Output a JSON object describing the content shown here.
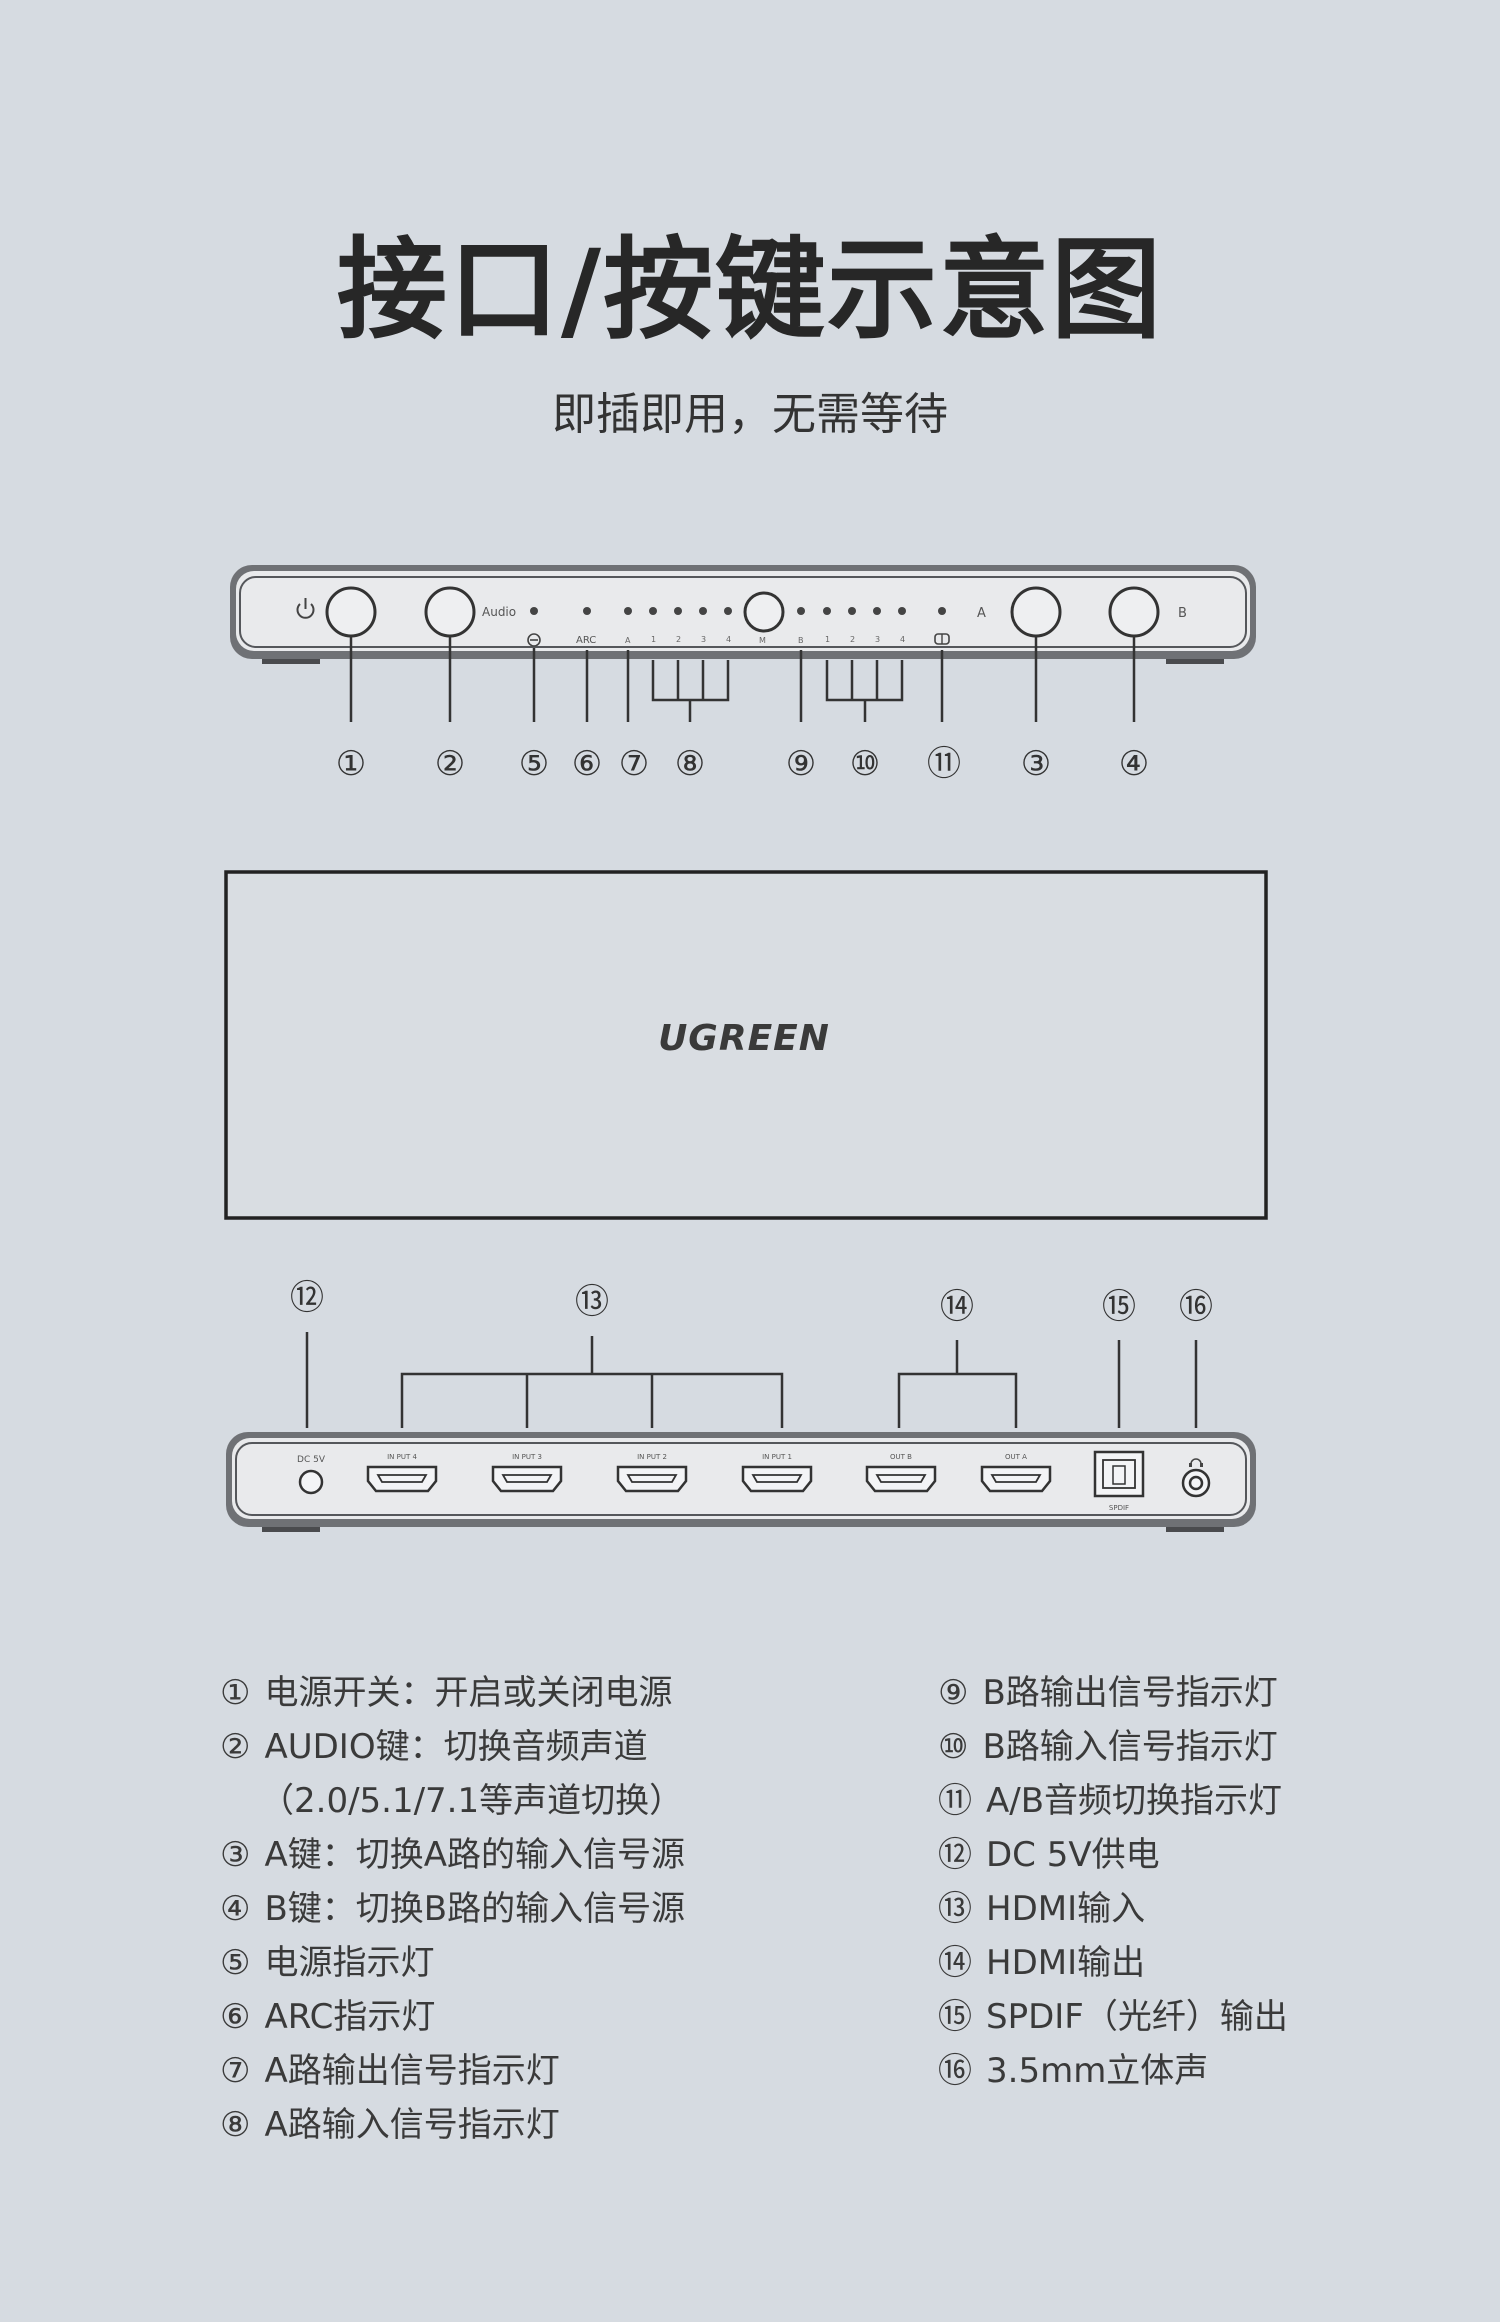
{
  "header": {
    "title": "接口/按键示意图",
    "subtitle": "即插即用，无需等待"
  },
  "front_panel": {
    "labels": {
      "audio": "Audio",
      "arc": "ARC",
      "a": "A",
      "b": "B",
      "m": "M",
      "b_small": "B",
      "a_small": "A"
    },
    "port_numbers_a": [
      "1",
      "2",
      "3",
      "4"
    ],
    "port_numbers_b": [
      "1",
      "2",
      "3",
      "4"
    ],
    "callouts": [
      "①",
      "②",
      "⑤",
      "⑥",
      "⑦",
      "⑧",
      "⑨",
      "⑩",
      "⑪",
      "③",
      "④"
    ]
  },
  "top_view": {
    "brand": "UGREEN"
  },
  "back_panel": {
    "callouts": [
      "⑫",
      "⑬",
      "⑭",
      "⑮",
      "⑯"
    ],
    "labels": {
      "dc": "DC 5V",
      "input4": "IN PUT 4",
      "input3": "IN PUT 3",
      "input2": "IN PUT 2",
      "input1": "IN PUT 1",
      "outb": "OUT B",
      "outa": "OUT A",
      "spdif": "SPDIF"
    }
  },
  "legend": {
    "left": [
      {
        "num": "①",
        "text": "电源开关：开启或关闭电源"
      },
      {
        "num": "②",
        "text": "AUDIO键：切换音频声道"
      },
      {
        "num": "",
        "text": "（2.0/5.1/7.1等声道切换）"
      },
      {
        "num": "③",
        "text": "A键：切换A路的输入信号源"
      },
      {
        "num": "④",
        "text": "B键：切换B路的输入信号源"
      },
      {
        "num": "⑤",
        "text": "电源指示灯"
      },
      {
        "num": "⑥",
        "text": "ARC指示灯"
      },
      {
        "num": "⑦",
        "text": "A路输出信号指示灯"
      },
      {
        "num": "⑧",
        "text": "A路输入信号指示灯"
      }
    ],
    "right": [
      {
        "num": "⑨",
        "text": "B路输出信号指示灯"
      },
      {
        "num": "⑩",
        "text": "B路输入信号指示灯"
      },
      {
        "num": "⑪",
        "text": "A/B音频切换指示灯"
      },
      {
        "num": "⑫",
        "text": "DC 5V供电"
      },
      {
        "num": "⑬",
        "text": "HDMI输入"
      },
      {
        "num": "⑭",
        "text": "HDMI输出"
      },
      {
        "num": "⑮",
        "text": "SPDIF（光纤）输出"
      },
      {
        "num": "⑯",
        "text": "3.5mm立体声"
      }
    ]
  }
}
